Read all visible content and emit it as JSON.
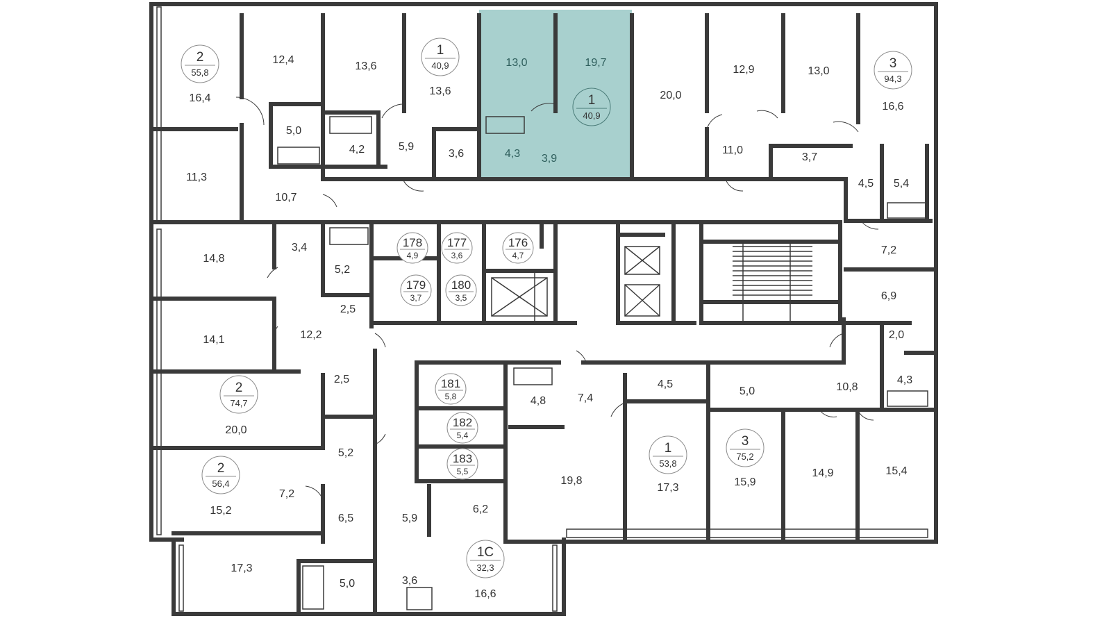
{
  "plan": {
    "highlight_color": "#a8d0ce",
    "wall_color": "#3a3a3a",
    "units": [
      {
        "id": "u-2-558",
        "rooms": "2",
        "total": "55,8"
      },
      {
        "id": "u-1-409-a",
        "rooms": "1",
        "total": "40,9"
      },
      {
        "id": "u-1-409-sel",
        "rooms": "1",
        "total": "40,9",
        "selected": true
      },
      {
        "id": "u-3-943",
        "rooms": "3",
        "total": "94,3"
      },
      {
        "id": "u-2-747",
        "rooms": "2",
        "total": "74,7"
      },
      {
        "id": "u-2-564",
        "rooms": "2",
        "total": "56,4"
      },
      {
        "id": "u-1-538",
        "rooms": "1",
        "total": "53,8"
      },
      {
        "id": "u-3-752",
        "rooms": "3",
        "total": "75,2"
      },
      {
        "id": "u-1c-323",
        "rooms": "1С",
        "total": "32,3"
      }
    ],
    "storage": [
      {
        "num": "178",
        "area": "4,9"
      },
      {
        "num": "177",
        "area": "3,6"
      },
      {
        "num": "176",
        "area": "4,7"
      },
      {
        "num": "179",
        "area": "3,7"
      },
      {
        "num": "180",
        "area": "3,5"
      },
      {
        "num": "181",
        "area": "5,8"
      },
      {
        "num": "182",
        "area": "5,4"
      },
      {
        "num": "183",
        "area": "5,5"
      }
    ],
    "rooms": [
      "12,4",
      "13,6",
      "16,4",
      "13,6",
      "13,0",
      "19,7",
      "20,0",
      "12,9",
      "13,0",
      "16,6",
      "5,0",
      "4,2",
      "5,9",
      "3,6",
      "4,3",
      "3,9",
      "11,0",
      "3,7",
      "11,3",
      "10,7",
      "4,5",
      "5,4",
      "14,8",
      "3,4",
      "5,2",
      "7,2",
      "2,5",
      "6,9",
      "14,1",
      "12,2",
      "2,0",
      "2,5",
      "4,8",
      "7,4",
      "4,5",
      "5,0",
      "10,8",
      "4,3",
      "20,0",
      "5,2",
      "19,8",
      "17,3",
      "15,9",
      "14,9",
      "15,4",
      "7,2",
      "15,2",
      "6,5",
      "5,9",
      "6,2",
      "17,3",
      "5,0",
      "3,6",
      "16,6"
    ]
  }
}
